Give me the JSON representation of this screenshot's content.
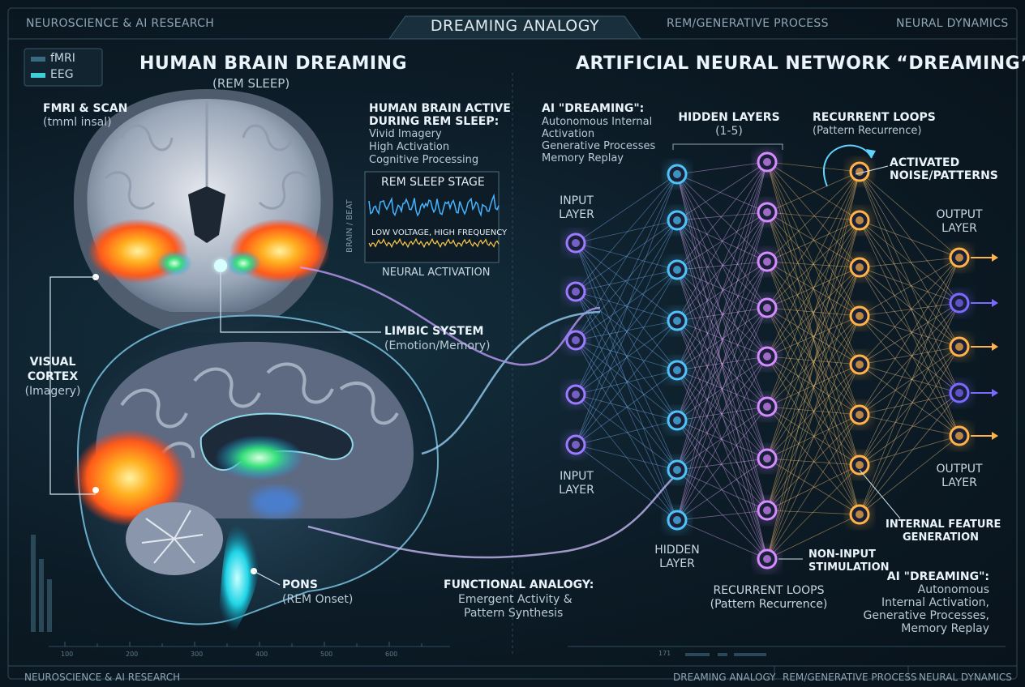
{
  "header": {
    "left": "NEUROSCIENCE & AI RESEARCH",
    "center": "DREAMING ANALOGY",
    "right1": "REM/GENERATIVE PROCESS",
    "right2": "NEURAL DYNAMICS"
  },
  "footer": {
    "left": "NEUROSCIENCE & AI RESEARCH",
    "right1": "DREAMING ANALOGY",
    "right2": "REM/GENERATIVE PROCESS",
    "right3": "NEURAL DYNAMICS",
    "ticks": [
      "100",
      "200",
      "300",
      "400",
      "500",
      "600"
    ],
    "tick_right": "171"
  },
  "legend": {
    "fmri": "fMRI",
    "eeg": "EEG"
  },
  "left_panel": {
    "title": "HUMAN BRAIN DREAMING",
    "subtitle": "(REM SLEEP)",
    "scan_title": "FMRI & SCAN",
    "scan_sub": "(tmml insal)",
    "active_title_1": "HUMAN BRAIN ACTIVE",
    "active_title_2": "DURING REM SLEEP:",
    "active_items": [
      "Vivid Imagery",
      "High Activation",
      "Cognitive Processing"
    ],
    "eeg_title": "REM SLEEP STAGE",
    "eeg_axis": "BRAIN / BEAT",
    "eeg_caption": "LOW VOLTAGE, HIGH FREQUENCY",
    "eeg_footer": "NEURAL ACTIVATION",
    "limbic_title": "LIMBIC SYSTEM",
    "limbic_sub": "(Emotion/Memory)",
    "visual_1": "VISUAL",
    "visual_2": "CORTEX",
    "visual_sub": "(Imagery)",
    "pons_title": "PONS",
    "pons_sub": "(REM Onset)",
    "analogy_title": "FUNCTIONAL ANALOGY:",
    "analogy_1": "Emergent Activity &",
    "analogy_2": "Pattern Synthesis"
  },
  "right_panel": {
    "title": "ARTIFICIAL NEURAL NETWORK “DREAMING”",
    "ai_title": "AI \"DREAMING\":",
    "ai_items": [
      "Autonomous Internal",
      "Activation",
      "Generative Processes",
      "Memory Replay"
    ],
    "hidden_title": "HIDDEN LAYERS",
    "hidden_sub": "(1-5)",
    "recurrent_title": "RECURRENT LOOPS",
    "recurrent_sub": "(Pattern Recurrence)",
    "activated_1": "ACTIVATED",
    "activated_2": "NOISE/PATTERNS",
    "input_top_1": "INPUT",
    "input_top_2": "LAYER",
    "input_bot_1": "INPUT",
    "input_bot_2": "LAYER",
    "output_top_1": "OUTPUT",
    "output_top_2": "LAYER",
    "output_bot_1": "OUTPUT",
    "output_bot_2": "LAYER",
    "hidden_bot_1": "HIDDEN",
    "hidden_bot_2": "LAYER",
    "recurrent_bot_1": "RECURRENT LOOPS",
    "recurrent_bot_2": "(Pattern Recurrence)",
    "internal_1": "INTERNAL FEATURE",
    "internal_2": "GENERATION",
    "noninput_1": "NON-INPUT",
    "noninput_2": "STIMULATION",
    "ai2_title": "AI \"DREAMING\":",
    "ai2_items": [
      "Autonomous",
      "Internal Activation,",
      "Generative Processes,",
      "Memory Replay"
    ]
  },
  "colors": {
    "blue": "#4fc3f7",
    "violet": "#9b7bff",
    "magenta": "#d58cff",
    "orange": "#ffb347",
    "eeg_blue": "#46b4ff",
    "eeg_yellow": "#ffc94a"
  }
}
